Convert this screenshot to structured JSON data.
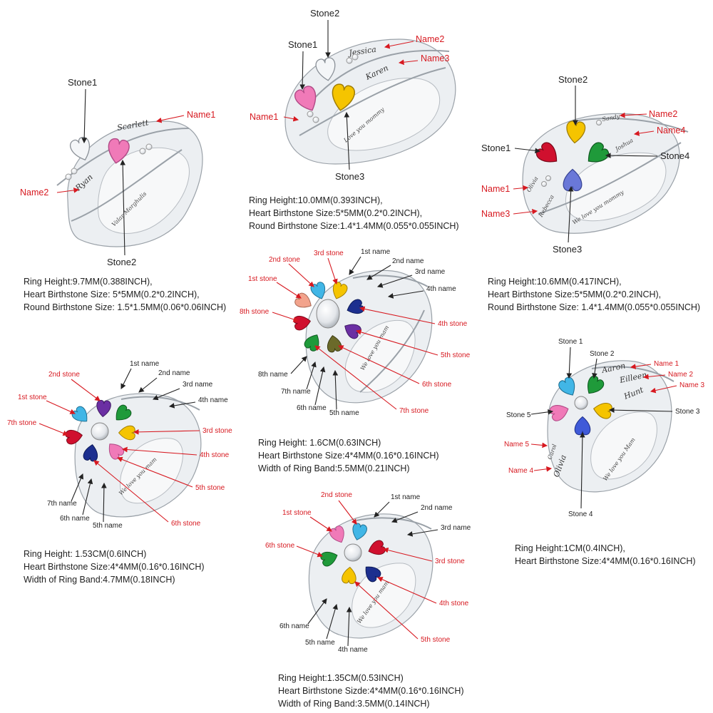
{
  "colors": {
    "red_label": "#d71920",
    "black_label": "#222222",
    "silver": "#dfe3e7",
    "stone_white": "#f4f6f8",
    "stone_pink": "#f07ab8",
    "stone_yellow": "#f5c400",
    "stone_red": "#d0102e",
    "stone_green": "#1f9a3a",
    "stone_blue": "#6a78d8",
    "stone_aqua": "#41b6e6",
    "stone_purple": "#6b2fa3",
    "stone_navy": "#1c2f8f",
    "stone_peach": "#f2a38c",
    "stone_olive": "#6b6a2a"
  },
  "ring1": {
    "stone1": "Stone1",
    "stone2": "Stone2",
    "name1": "Name1",
    "name2": "Name2",
    "engrave1": "Scarlett",
    "engrave2": "Ryan",
    "engrave3": "Valar Morghulis",
    "spec": [
      "Ring Height:9.7MM(0.388INCH),",
      "Heart Birthstone Size: 5*5MM(0.2*0.2INCH),",
      "Round Birthstone Size: 1.5*1.5MM(0.06*0.06INCH)"
    ]
  },
  "ring2": {
    "stone1": "Stone1",
    "stone2": "Stone2",
    "stone3": "Stone3",
    "name1": "Name1",
    "name2": "Name2",
    "name3": "Name3",
    "engrave1": "Jessica",
    "engrave2": "Karen",
    "engrave3": "Love you mommy",
    "spec": [
      "Ring Height:10.0MM(0.393INCH),",
      "Heart Birthstone Size:5*5MM(0.2*0.2INCH),",
      "Round Birthstone Size:1.4*1.4MM(0.055*0.055INCH)"
    ]
  },
  "ring3": {
    "stone1": "Stone1",
    "stone2": "Stone2",
    "stone3": "Stone3",
    "stone4": "Stone4",
    "name1": "Name1",
    "name2": "Name2",
    "name3": "Name3",
    "name4": "Name4",
    "engrave1": "Sandy",
    "engrave2": "Joshua",
    "engrave3": "Olivia",
    "engrave4": "Rebecca",
    "engrave5": "We love you mommy",
    "spec": [
      "Ring Height:10.6MM(0.417INCH),",
      "Heart Birthstone Size:5*5MM(0.2*0.2INCH),",
      "Round Birthstone Size: 1.4*1.4MM(0.055*0.055INCH)"
    ]
  },
  "ring4": {
    "stones": [
      "1st stone",
      "2nd stone",
      "3rd stone",
      "4th stone",
      "5th stone",
      "6th stone",
      "7th stone",
      "8th stone"
    ],
    "names": [
      "1st name",
      "2nd name",
      "3rd name",
      "4th name",
      "5th name",
      "6th name",
      "7th name",
      "8th name"
    ],
    "engrave": "We love you mam",
    "spec": [
      "Ring Height: 1.6CM(0.63INCH)",
      "Heart Birthstone Size:4*4MM(0.16*0.16INCH)",
      "Width of Ring Band:5.5MM(0.21INCH)"
    ]
  },
  "ring5": {
    "stones": [
      "1st stone",
      "2nd stone",
      "3rd stone",
      "4th stone",
      "5th stone",
      "6th stone",
      "7th stone"
    ],
    "names": [
      "1st name",
      "2nd name",
      "3rd name",
      "4th name",
      "5th name",
      "6th name",
      "7th name"
    ],
    "engrave": "We love you mam",
    "spec": [
      "Ring Height: 1.53CM(0.6INCH)",
      "Heart Birthstone Size:4*4MM(0.16*0.16INCH)",
      "Width of Ring Band:4.7MM(0.18INCH)"
    ]
  },
  "ring6": {
    "stones": [
      "1st stone",
      "2nd stone",
      "3rd stone",
      "4th stone",
      "5th stone",
      "6th stone"
    ],
    "names": [
      "1st name",
      "2nd name",
      "3rd name",
      "4th name",
      "5th name",
      "6th name"
    ],
    "engrave": "We love you mam",
    "spec": [
      "Ring Height:1.35CM(0.53INCH)",
      "Heart Birthstone Sizde:4*4MM(0.16*0.16INCH)",
      "Width of Ring Band:3.5MM(0.14INCH)"
    ]
  },
  "ring7": {
    "stones": [
      "Stone 1",
      "Stone 2",
      "Stone 3",
      "Stone 4",
      "Stone 5"
    ],
    "names": [
      "Name 1",
      "Name 2",
      "Name 3",
      "Name 4",
      "Name 5"
    ],
    "engrave1": "Aaron",
    "engrave2": "Eilleen",
    "engrave3": "Hunt",
    "engrave4": "Olivia",
    "engrave5": "Carol",
    "engrave6": "We love you Mam",
    "spec": [
      "Ring Height:1CM(0.4INCH),",
      "Heart Birthstone Size:4*4MM(0.16*0.16INCH)"
    ]
  }
}
